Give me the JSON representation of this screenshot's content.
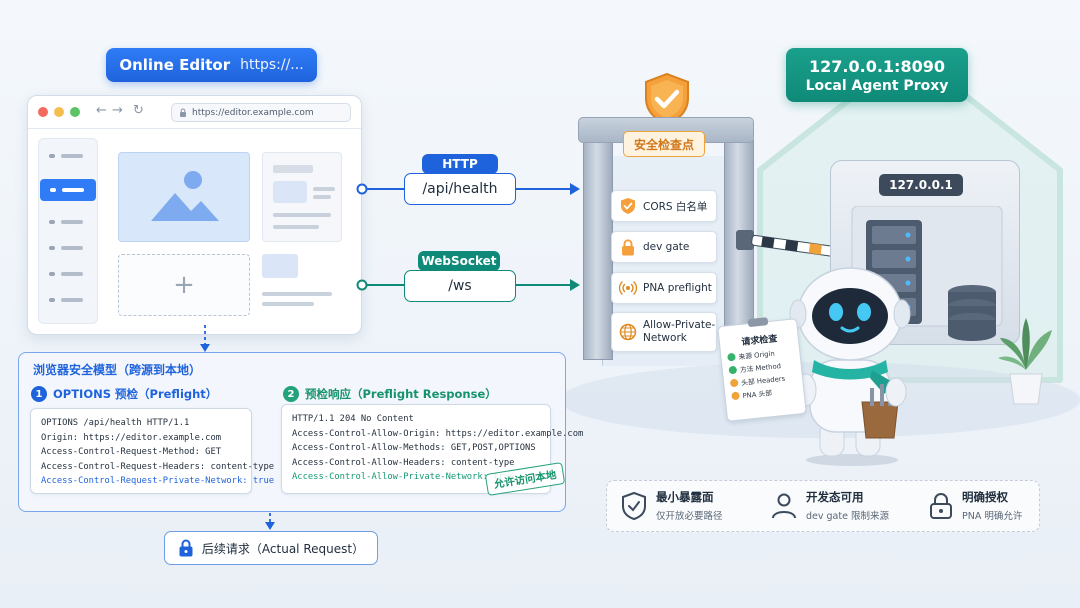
{
  "editor": {
    "title": "Online Editor",
    "url_hint": "https://...",
    "browser_url": "https://editor.example.com"
  },
  "routes": {
    "http": {
      "label": "HTTP",
      "path": "/api/health"
    },
    "ws": {
      "label": "WebSocket",
      "path": "/ws"
    }
  },
  "security_model": {
    "title": "浏览器安全模型（跨源到本地）",
    "step1": {
      "num": "1",
      "title": "OPTIONS 预检（Preflight）",
      "lines": [
        "OPTIONS /api/health HTTP/1.1",
        "Origin: https://editor.example.com",
        "Access-Control-Request-Method: GET",
        "Access-Control-Request-Headers: content-type",
        "Access-Control-Request-Private-Network: true"
      ]
    },
    "step2": {
      "num": "2",
      "title": "预检响应（Preflight Response）",
      "lines": [
        "HTTP/1.1 204 No Content",
        "Access-Control-Allow-Origin: https://editor.example.com",
        "Access-Control-Allow-Methods: GET,POST,OPTIONS",
        "Access-Control-Allow-Headers: content-type",
        "Access-Control-Allow-Private-Network: true"
      ]
    },
    "stamp": "允许访问本地",
    "actual_request": "后续请求（Actual Request）"
  },
  "gate": {
    "label": "安全检查点",
    "checks": [
      "CORS 白名单",
      "dev gate",
      "PNA preflight",
      "Allow-Private-\nNetwork"
    ]
  },
  "proxy": {
    "address": "127.0.0.1:8090",
    "name": "Local Agent Proxy",
    "server_tag": "127.0.0.1"
  },
  "clipboard": {
    "title": "请求检查",
    "items": [
      "来源 Origin",
      "方法 Method",
      "头部 Headers",
      "PNA 头部"
    ]
  },
  "benefits": [
    {
      "title": "最小暴露面",
      "sub": "仅开放必要路径",
      "icon": "shield-check-icon"
    },
    {
      "title": "开发态可用",
      "sub": "dev gate 限制来源",
      "icon": "user-icon"
    },
    {
      "title": "明确授权",
      "sub": "PNA 明确允许",
      "icon": "lock-icon"
    }
  ],
  "colors": {
    "blue": "#1f63dc",
    "teal": "#0f8a78",
    "orange": "#f0a33a",
    "green": "#17936c"
  }
}
